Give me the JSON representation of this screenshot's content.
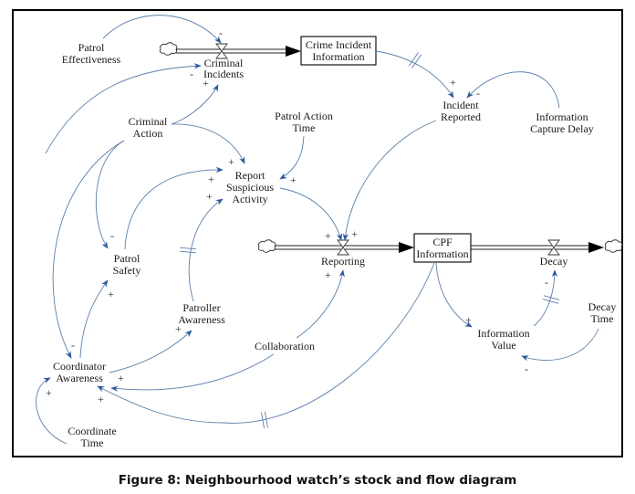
{
  "figure": {
    "caption": "Figure 8: Neighbourhood watch’s stock and flow diagram"
  },
  "stocks": [
    {
      "id": "crime_incident_information",
      "lines": [
        "Crime Incident",
        "Information"
      ]
    },
    {
      "id": "cpf_information",
      "lines": [
        "CPF",
        "Information"
      ]
    }
  ],
  "flows": [
    {
      "id": "criminal_incidents",
      "lines": [
        "Criminal",
        "Incidents"
      ],
      "from": "cloud",
      "to": "crime_incident_information"
    },
    {
      "id": "reporting",
      "lines": [
        "Reporting"
      ],
      "from": "cloud",
      "to": "cpf_information"
    },
    {
      "id": "decay",
      "lines": [
        "Decay"
      ],
      "from": "cpf_information",
      "to": "cloud"
    }
  ],
  "variables": [
    {
      "id": "patrol_effectiveness",
      "lines": [
        "Patrol",
        "Effectiveness"
      ]
    },
    {
      "id": "criminal_action",
      "lines": [
        "Criminal",
        "Action"
      ]
    },
    {
      "id": "patrol_action_time",
      "lines": [
        "Patrol Action",
        "Time"
      ]
    },
    {
      "id": "report_suspicious_activity",
      "lines": [
        "Report",
        "Suspicious",
        "Activity"
      ]
    },
    {
      "id": "incident_reported",
      "lines": [
        "Incident",
        "Reported"
      ]
    },
    {
      "id": "information_capture_delay",
      "lines": [
        "Information",
        "Capture Delay"
      ]
    },
    {
      "id": "patrol_safety",
      "lines": [
        "Patrol",
        "Safety"
      ]
    },
    {
      "id": "patroller_awareness",
      "lines": [
        "Patroller",
        "Awareness"
      ]
    },
    {
      "id": "collaboration",
      "lines": [
        "Collaboration"
      ]
    },
    {
      "id": "coordinator_awareness",
      "lines": [
        "Coordinator",
        "Awareness"
      ]
    },
    {
      "id": "coordinate_time",
      "lines": [
        "Coordinate",
        "Time"
      ]
    },
    {
      "id": "information_value",
      "lines": [
        "Information",
        "Value"
      ]
    },
    {
      "id": "decay_time",
      "lines": [
        "Decay",
        "Time"
      ]
    }
  ],
  "links": [
    {
      "from": "patrol_effectiveness",
      "to": "criminal_incidents",
      "polarity": "-",
      "delay": false
    },
    {
      "from": "coordinator_awareness",
      "to": "criminal_incidents",
      "polarity": "-",
      "delay": false
    },
    {
      "from": "criminal_action",
      "to": "criminal_incidents",
      "polarity": "+",
      "delay": false
    },
    {
      "from": "crime_incident_information",
      "to": "incident_reported",
      "polarity": "+",
      "delay": true
    },
    {
      "from": "information_capture_delay",
      "to": "incident_reported",
      "polarity": "-",
      "delay": false
    },
    {
      "from": "criminal_action",
      "to": "report_suspicious_activity",
      "polarity": "+",
      "delay": false
    },
    {
      "from": "patrol_action_time",
      "to": "report_suspicious_activity",
      "polarity": "+",
      "delay": false
    },
    {
      "from": "patrol_safety",
      "to": "report_suspicious_activity",
      "polarity": "+",
      "delay": false
    },
    {
      "from": "patroller_awareness",
      "to": "report_suspicious_activity",
      "polarity": "+",
      "delay": true
    },
    {
      "from": "report_suspicious_activity",
      "to": "reporting",
      "polarity": "+",
      "delay": false
    },
    {
      "from": "incident_reported",
      "to": "reporting",
      "polarity": "+",
      "delay": false
    },
    {
      "from": "collaboration",
      "to": "reporting",
      "polarity": "+",
      "delay": false
    },
    {
      "from": "criminal_action",
      "to": "patrol_safety",
      "polarity": "-",
      "delay": false
    },
    {
      "from": "coordinator_awareness",
      "to": "patrol_safety",
      "polarity": "+",
      "delay": false
    },
    {
      "from": "criminal_action",
      "to": "coordinator_awareness",
      "polarity": "-",
      "delay": false
    },
    {
      "from": "coordinator_awareness",
      "to": "patroller_awareness",
      "polarity": "+",
      "delay": false
    },
    {
      "from": "collaboration",
      "to": "coordinator_awareness",
      "polarity": "+",
      "delay": false
    },
    {
      "from": "cpf_information",
      "to": "coordinator_awareness",
      "polarity": "+",
      "delay": true
    },
    {
      "from": "coordinate_time",
      "to": "coordinator_awareness",
      "polarity": "+",
      "delay": false
    },
    {
      "from": "cpf_information",
      "to": "information_value",
      "polarity": "+",
      "delay": false
    },
    {
      "from": "information_value",
      "to": "decay",
      "polarity": "-",
      "delay": true
    },
    {
      "from": "decay_time",
      "to": "information_value",
      "polarity": "-",
      "delay": false
    }
  ]
}
